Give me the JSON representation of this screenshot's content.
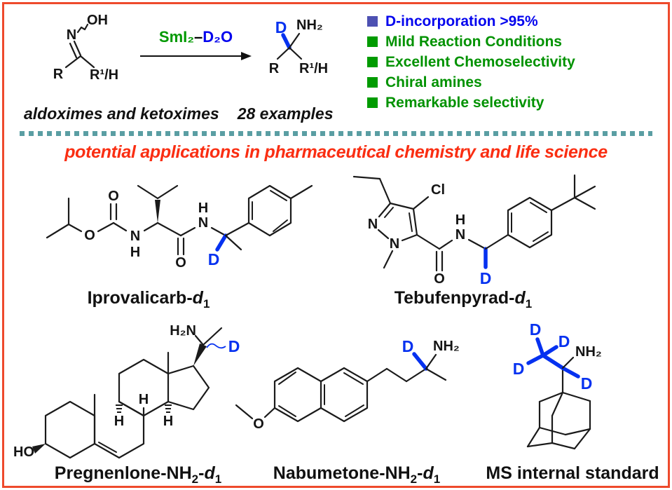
{
  "colors": {
    "border": "#ee4a2c",
    "separator_teal": "#5a9ea3",
    "green": "#009900",
    "blue": "#0531f0",
    "bullet1_square": "#4d51b2",
    "heading_red": "#fa2e12",
    "structure_black": "#1a1a1a"
  },
  "scheme": {
    "reactant": {
      "n": "N",
      "oh": "OH",
      "r": "R",
      "r1h": "R¹/H"
    },
    "catalyst": {
      "sm": "SmI₂",
      "dash": "–",
      "d2o": "D₂O"
    },
    "product": {
      "d": "D",
      "nh2": "NH₂",
      "r": "R",
      "r1h": "R¹/H"
    },
    "substrates_note": "aldoximes and ketoximes",
    "examples_note": "28 examples"
  },
  "highlights": [
    {
      "label": "D-incorporation >95%"
    },
    {
      "label": "Mild Reaction Conditions"
    },
    {
      "label": "Excellent Chemoselectivity"
    },
    {
      "label": "Chiral amines"
    },
    {
      "label": "Remarkable selectivity"
    }
  ],
  "applications_heading": "potential applications in pharmaceutical chemistry and life science",
  "molecules": {
    "iprovalicarb": {
      "atoms": {
        "ester_o": "O",
        "carbamate_o": "O",
        "carbamate_n": "N",
        "carbamate_h": "H",
        "amide_o": "O",
        "amide_n": "N",
        "amide_h": "H",
        "d": "D"
      },
      "label_parts": [
        {
          "t": "Iprovalicarb-"
        },
        {
          "t": "d",
          "i": true
        },
        {
          "t": "1",
          "s": true
        }
      ]
    },
    "tebufenpyrad": {
      "atoms": {
        "n2": "N",
        "n1": "N",
        "cl": "Cl",
        "amide_o": "O",
        "amide_n": "N",
        "amide_h": "H",
        "d": "D"
      },
      "label_parts": [
        {
          "t": "Tebufenpyrad-"
        },
        {
          "t": "d",
          "i": true
        },
        {
          "t": "1",
          "s": true
        }
      ]
    },
    "pregnenolone": {
      "atoms": {
        "h2n": "H₂N",
        "d": "D",
        "h_c8": "H",
        "h_c9": "H",
        "h_c14": "H",
        "ho": "HO"
      },
      "label_parts": [
        {
          "t": "Pregnenlone-NH"
        },
        {
          "t": "2",
          "s": true
        },
        {
          "t": "-"
        },
        {
          "t": "d",
          "i": true
        },
        {
          "t": "1",
          "s": true
        }
      ]
    },
    "nabumetone": {
      "atoms": {
        "o": "O",
        "d": "D",
        "nh2": "NH₂"
      },
      "label_parts": [
        {
          "t": "Nabumetone-NH"
        },
        {
          "t": "2",
          "s": true
        },
        {
          "t": "-"
        },
        {
          "t": "d",
          "i": true
        },
        {
          "t": "1",
          "s": true
        }
      ]
    },
    "ms_standard": {
      "atoms": {
        "d_top": "D",
        "d_upper": "D",
        "d_left": "D",
        "d_side": "D",
        "nh2": "NH₂"
      },
      "label_parts": [
        {
          "t": "MS internal standard"
        }
      ]
    }
  }
}
